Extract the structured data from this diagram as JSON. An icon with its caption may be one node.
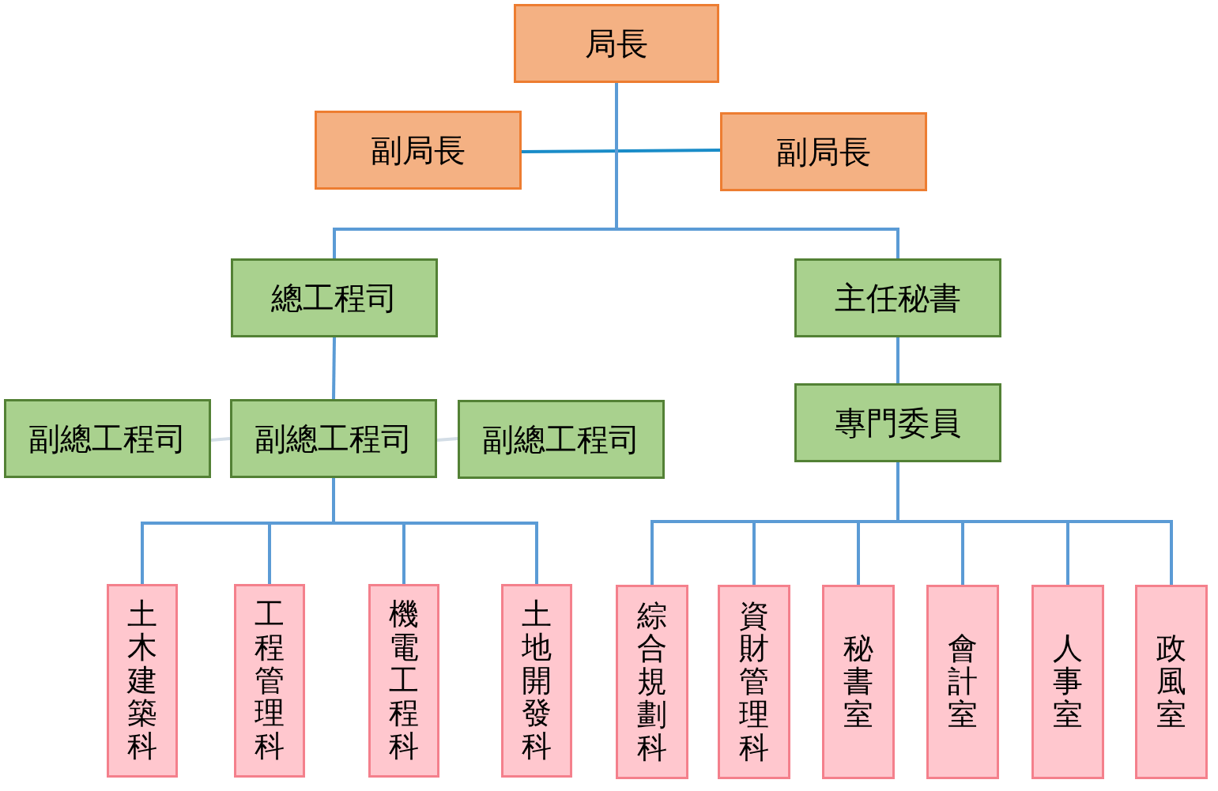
{
  "diagram": {
    "nodes": [
      {
        "text": [
          "局長"
        ]
      },
      {
        "text": [
          "副局長"
        ]
      },
      {
        "text": [
          "副局長"
        ]
      },
      {
        "text": [
          "總工程司"
        ]
      },
      {
        "text": [
          "主任秘書"
        ]
      },
      {
        "text": [
          "副總工程司"
        ]
      },
      {
        "text": [
          "副總工程司"
        ]
      },
      {
        "text": [
          "副總工程司"
        ]
      },
      {
        "text": [
          "專門委員"
        ]
      },
      {
        "text": [
          "土木建築科"
        ]
      },
      {
        "text": [
          "工程管理科"
        ]
      },
      {
        "text": [
          "機電工程科"
        ]
      },
      {
        "text": [
          "土地開發科"
        ]
      },
      {
        "text": [
          "綜合規劃科"
        ]
      },
      {
        "text": [
          "資財管理科"
        ]
      },
      {
        "text": [
          "秘書室"
        ]
      },
      {
        "text": [
          "會計室"
        ]
      },
      {
        "text": [
          "人事室"
        ]
      },
      {
        "text": [
          "政風室"
        ]
      }
    ],
    "edges": [
      {
        "from": 1,
        "to": 2,
        "arrow": "none",
        "color": "#1a8cc8"
      },
      {
        "from": 0,
        "to": 3,
        "arrow": "none"
      },
      {
        "from": 0,
        "to": 4,
        "arrow": "none"
      },
      {
        "from": 3,
        "to": 6,
        "arrow": "none"
      },
      {
        "from": 5,
        "to": 6,
        "arrow": "none",
        "color": "#d3dde6"
      },
      {
        "from": 6,
        "to": 7,
        "arrow": "none",
        "color": "#d3dde6"
      },
      {
        "from": 4,
        "to": 8,
        "arrow": "none"
      },
      {
        "from": 6,
        "to": 9,
        "arrow": "none"
      },
      {
        "from": 6,
        "to": 10,
        "arrow": "none"
      },
      {
        "from": 6,
        "to": 11,
        "arrow": "none"
      },
      {
        "from": 6,
        "to": 12,
        "arrow": "none"
      },
      {
        "from": 8,
        "to": 13,
        "arrow": "none"
      },
      {
        "from": 8,
        "to": 14,
        "arrow": "none"
      },
      {
        "from": 8,
        "to": 15,
        "arrow": "none"
      },
      {
        "from": 8,
        "to": 16,
        "arrow": "none"
      },
      {
        "from": 8,
        "to": 17,
        "arrow": "none"
      },
      {
        "from": 8,
        "to": 18,
        "arrow": "none"
      }
    ]
  }
}
